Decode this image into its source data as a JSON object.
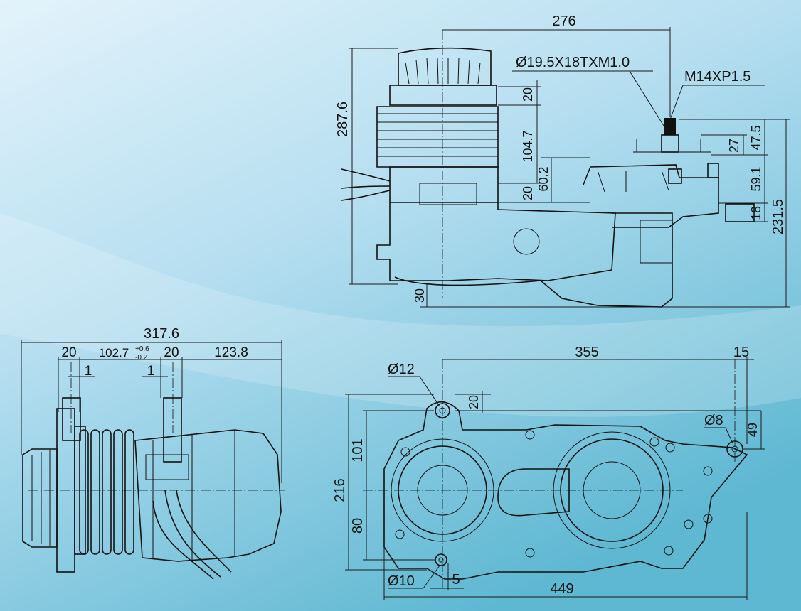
{
  "views": {
    "side": {
      "dims": {
        "top_width": "276",
        "shaft_spline": "Ø19.5X18TXM1.0",
        "shaft_thread": "M14XP1.5",
        "total_height": "287.6",
        "head_20": "20",
        "cyl_104": "104.7",
        "mid_20": "20",
        "h_60": "60.2",
        "h_27": "27",
        "h_47": "47.5",
        "h_59": "59.1",
        "h_18": "18",
        "h_231": "231.5",
        "bottom_30": "30"
      }
    },
    "front": {
      "dims": {
        "total_width": "317.6",
        "w20_left": "20",
        "w102": "102.7",
        "tol_upper": "+0.6",
        "tol_lower": "-0.2",
        "w20_right": "20",
        "w123": "123.8",
        "w1_left": "1",
        "w1_right": "1"
      }
    },
    "bottom": {
      "dims": {
        "hole_12": "Ø12",
        "w355": "355",
        "w15": "15",
        "v20": "20",
        "hole_8": "Ø8",
        "v49": "49",
        "v101": "101",
        "v216": "216",
        "v80": "80",
        "hole_10": "Ø10",
        "w5": "5",
        "w449": "449"
      }
    }
  },
  "colors": {
    "bg_light": "#d9eef9",
    "bg_mid": "#a9d7ea",
    "bg_dark": "#63b9d3",
    "ink": "#111111"
  }
}
